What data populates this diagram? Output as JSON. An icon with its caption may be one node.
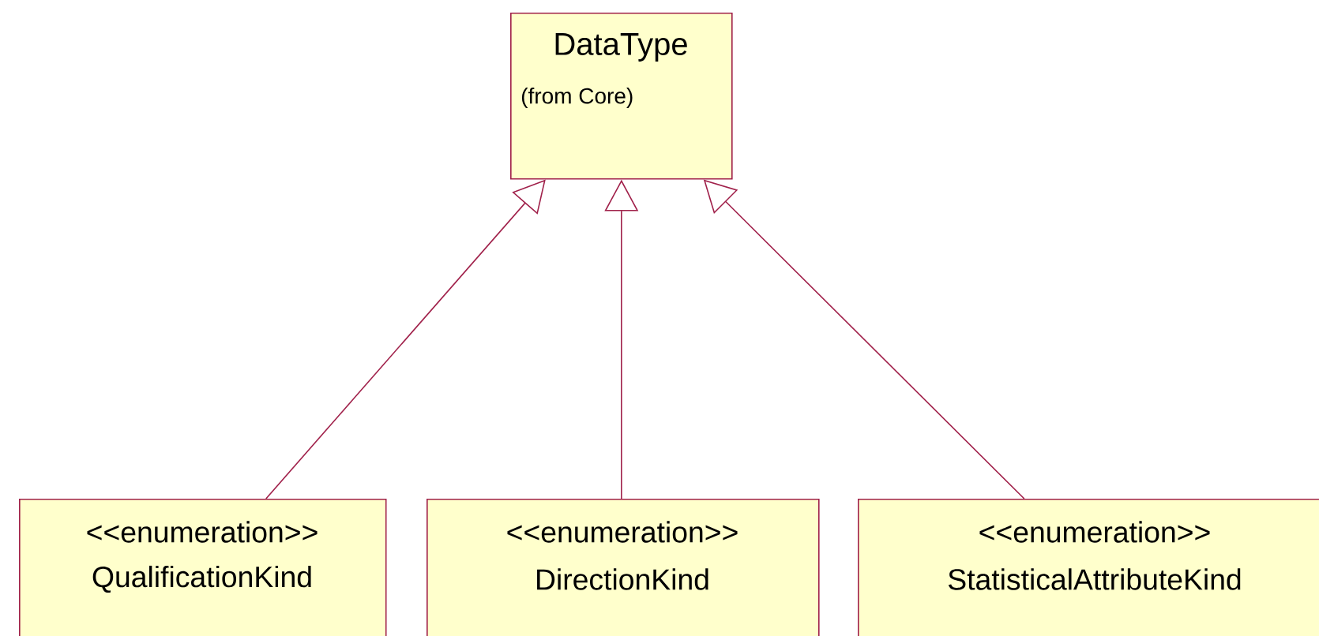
{
  "diagram": {
    "nodes": [
      {
        "text": [
          "DataType",
          "(from Core)"
        ]
      },
      {
        "text": [
          "<<enumeration>>",
          "QualificationKind"
        ]
      },
      {
        "text": [
          "<<enumeration>>",
          "DirectionKind"
        ]
      },
      {
        "text": [
          "<<enumeration>>",
          "StatisticalAttributeKind"
        ]
      }
    ],
    "edges": [
      {
        "from": 1,
        "to": 0,
        "arrow": "to"
      },
      {
        "from": 2,
        "to": 0,
        "arrow": "to"
      },
      {
        "from": 3,
        "to": 0,
        "arrow": "to"
      }
    ]
  }
}
